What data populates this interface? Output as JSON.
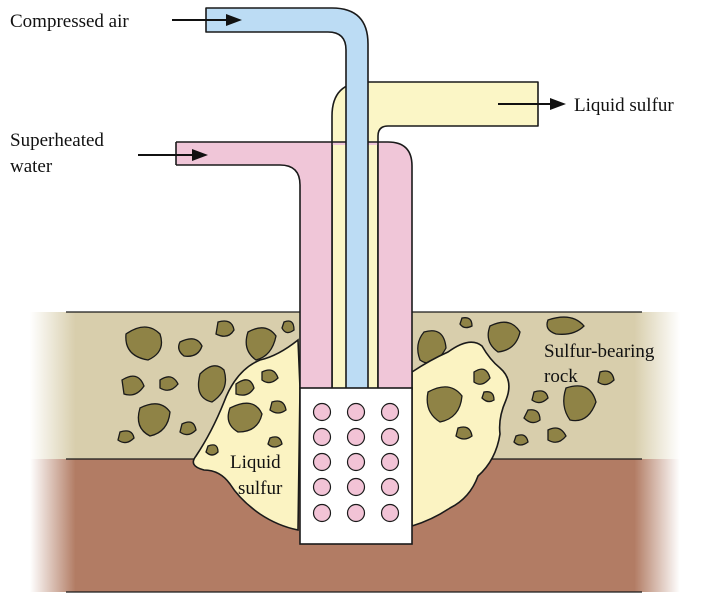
{
  "labels": {
    "compressed_air": "Compressed air",
    "liquid_sulfur_out": "Liquid sulfur",
    "superheated_water_line1": "Superheated",
    "superheated_water_line2": "water",
    "sulfur_bearing_line1": "Sulfur-bearing",
    "sulfur_bearing_line2": "rock",
    "liquid_sulfur_pool_line1": "Liquid",
    "liquid_sulfur_pool_line2": "sulfur"
  },
  "colors": {
    "air_pipe": "#bcdcf4",
    "water_pipe": "#f0c6d8",
    "sulfur_pipe": "#fbf6c6",
    "rock_layer": "#d8ceac",
    "rock_lumps": "#8f8346",
    "earth_layer": "#b27c64",
    "liquid_sulfur": "#fbf3c2",
    "perforations": "#f2c3d6"
  },
  "icons": [
    "arrow-right-icon"
  ]
}
